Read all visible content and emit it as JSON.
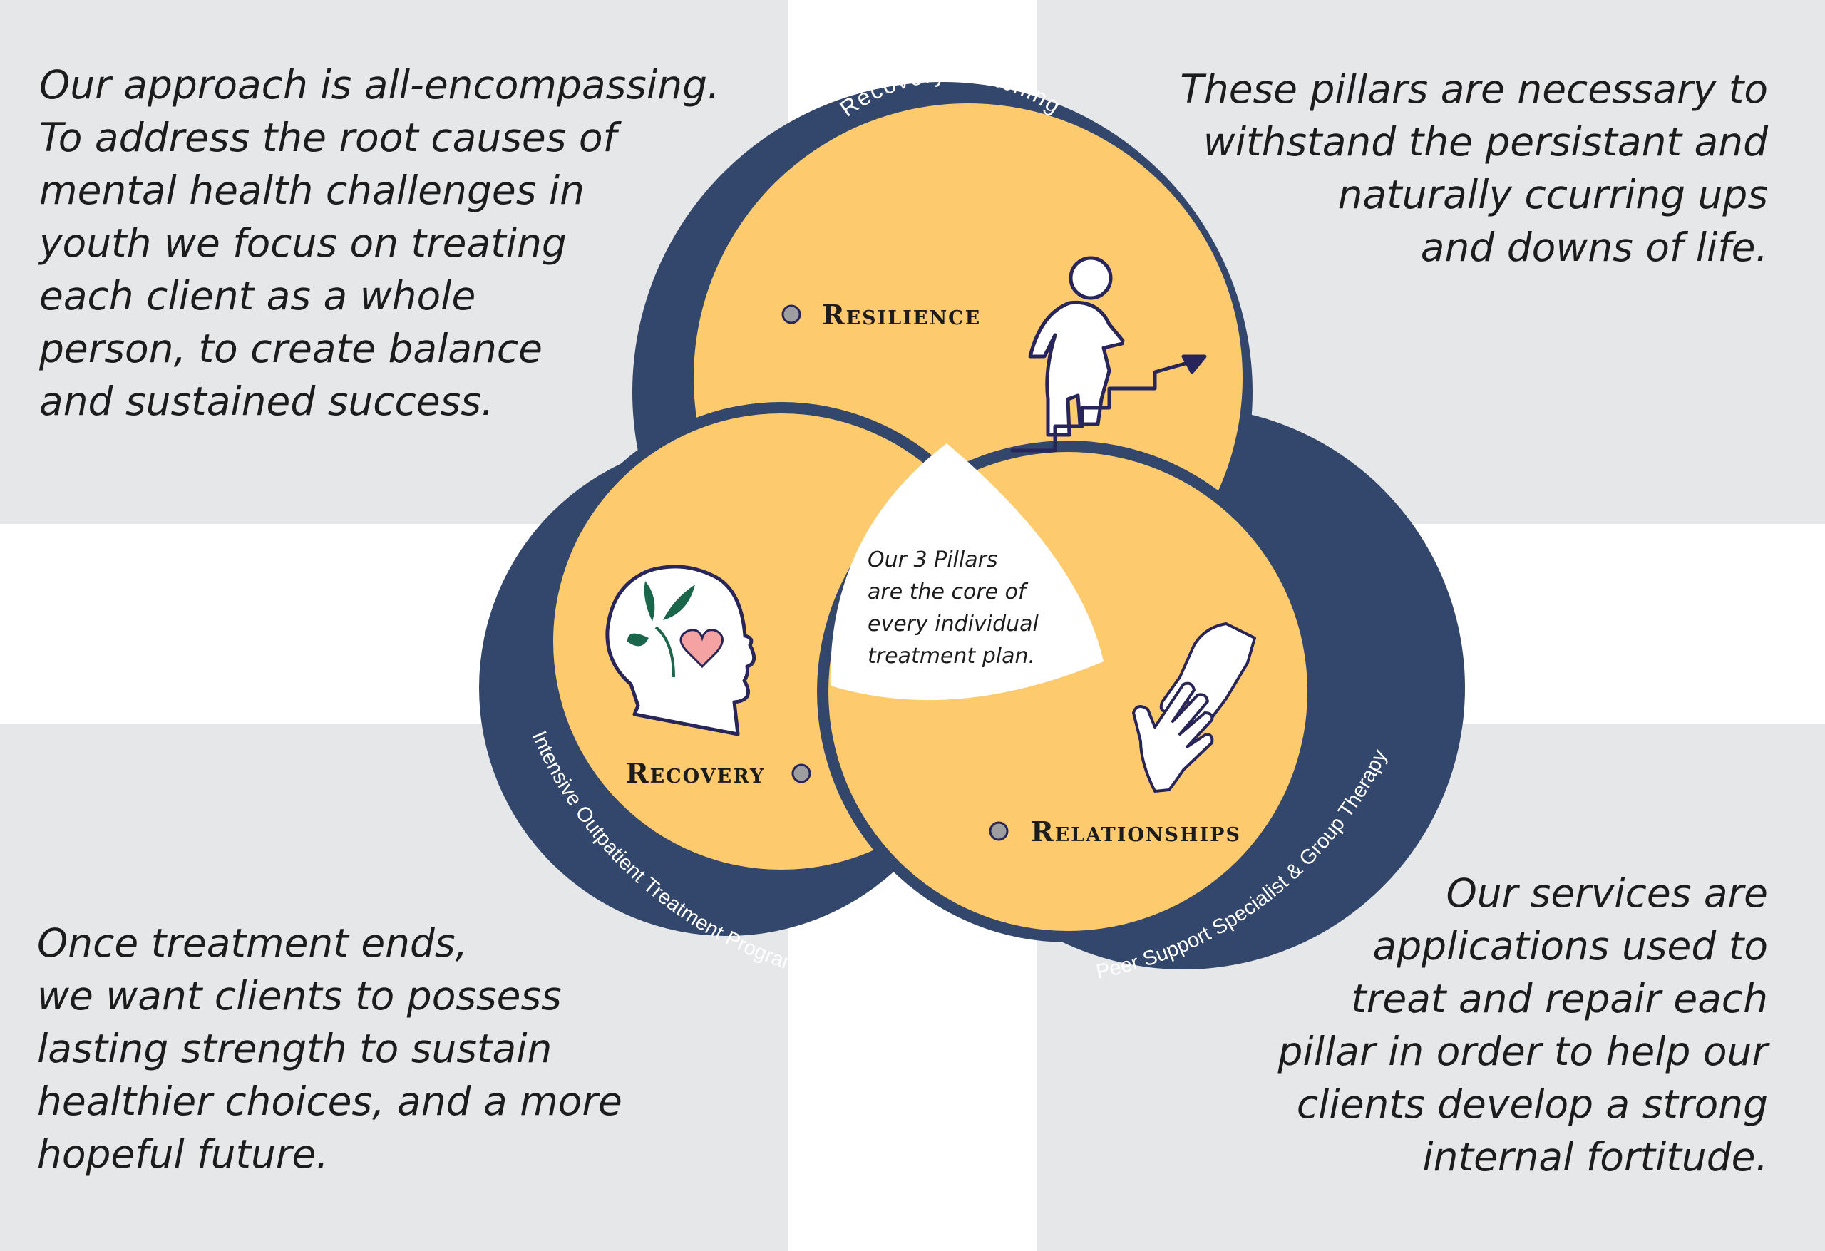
{
  "quotes": {
    "top_left": "Our approach is all-encompassing.\nTo address the root causes of\nmental health challenges in\nyouth we focus on treating\neach client as a whole\nperson, to create balance\nand sustained success.",
    "top_right": "These pillars are necessary to\nwithstand the persistant and\nnaturally ccurring ups\nand downs of life.",
    "bottom_left": "Once treatment ends,\nwe want clients to possess\nlasting strength to sustain\nhealthier choices, and a more\nhopeful future.",
    "bottom_right": "Our services are\napplications used to\ntreat and repair each\npillar in order to help our\nclients develop a strong\ninternal fortitude."
  },
  "diagram": {
    "center_lines": [
      "Our 3 Pillars",
      "are the core of",
      "every individual",
      "treatment plan."
    ],
    "pillars": {
      "resilience": "Resilience",
      "recovery": "Recovery",
      "relationships": "Relationships"
    },
    "ring_labels": {
      "top": "Recovery Coaching",
      "left": "Intensive Outpatient Treatment Program",
      "right": "Peer Support Specialist & Group Therapy"
    },
    "icons": {
      "resilience": "person-climbing-stairs-icon",
      "recovery": "head-with-leaves-and-heart-icon",
      "relationships": "helping-hands-icon"
    }
  },
  "colors": {
    "ring": "#33466b",
    "circle_fill": "#fdcb6e",
    "panel": "#e6e7e9",
    "icon_outline": "#27255a",
    "leaf": "#19664a",
    "heart": "#f4a3a2",
    "bullet": "#9e9ea0"
  }
}
